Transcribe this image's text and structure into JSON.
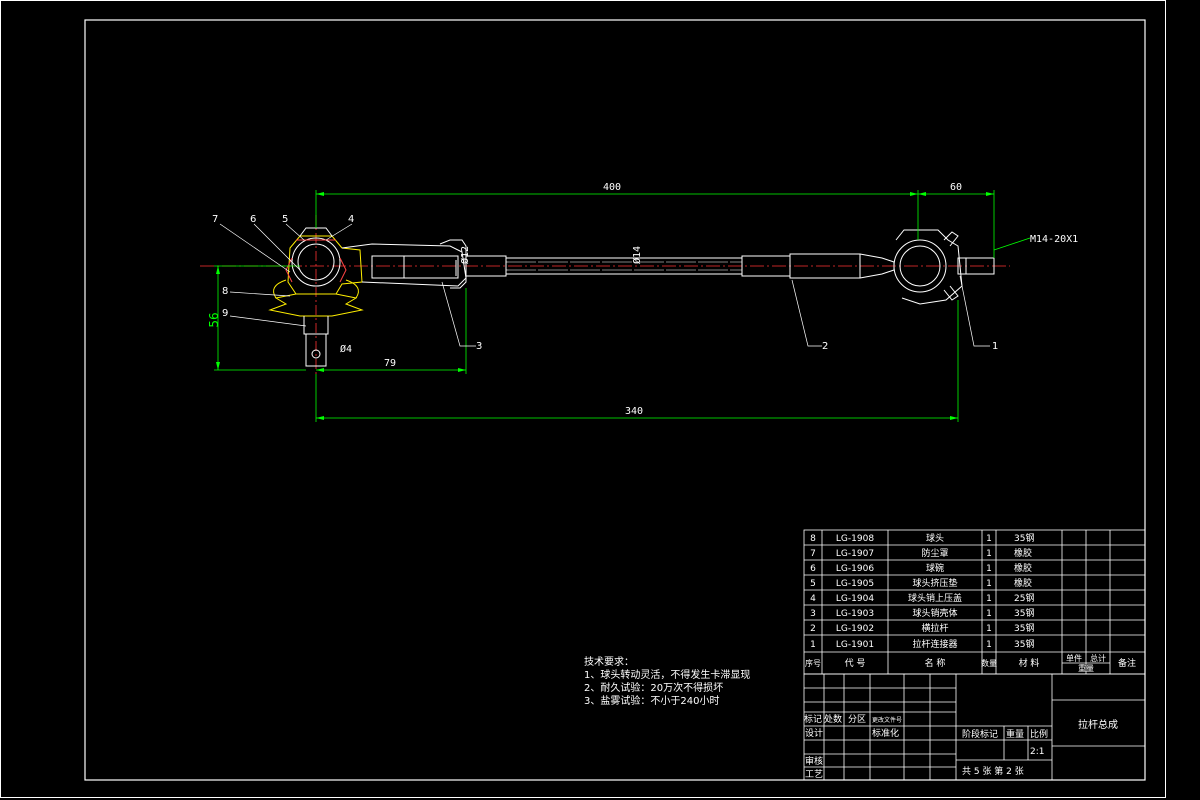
{
  "drawing": {
    "dimensions": {
      "total_length": "400",
      "thread_length": "60",
      "height": "56",
      "base_offset": "79",
      "center_distance": "340",
      "dia_12": "Ø12",
      "dia_14": "Ø14",
      "dia_4": "Ø4",
      "thread_spec": "M14-20X1"
    },
    "callouts": [
      "1",
      "2",
      "3",
      "4",
      "5",
      "6",
      "7",
      "8",
      "9"
    ]
  },
  "technical_requirements": {
    "title": "技术要求：",
    "lines": [
      "1、球头转动灵活，不得发生卡滞显现",
      "2、耐久试验：20万次不得损坏",
      "3、盐雾试验：不小于240小时"
    ]
  },
  "parts_list": {
    "rows": [
      {
        "no": "8",
        "code": "LG-1908",
        "name": "球头",
        "qty": "1",
        "material": "35钢"
      },
      {
        "no": "7",
        "code": "LG-1907",
        "name": "防尘罩",
        "qty": "1",
        "material": "橡胶"
      },
      {
        "no": "6",
        "code": "LG-1906",
        "name": "球碗",
        "qty": "1",
        "material": "橡胶"
      },
      {
        "no": "5",
        "code": "LG-1905",
        "name": "球头挤压垫",
        "qty": "1",
        "material": "橡胶"
      },
      {
        "no": "4",
        "code": "LG-1904",
        "name": "球头销上压盖",
        "qty": "1",
        "material": "25钢"
      },
      {
        "no": "3",
        "code": "LG-1903",
        "name": "球头销壳体",
        "qty": "1",
        "material": "35钢"
      },
      {
        "no": "2",
        "code": "LG-1902",
        "name": "横拉杆",
        "qty": "1",
        "material": "35钢"
      },
      {
        "no": "1",
        "code": "LG-1901",
        "name": "拉杆连接器",
        "qty": "1",
        "material": "35钢"
      }
    ],
    "header": {
      "no": "序号",
      "code": "代 号",
      "name": "名 称",
      "qty": "数量",
      "material": "材 料",
      "unit_weight": "单件",
      "total_weight": "总计",
      "weight": "重量",
      "remark": "备注"
    }
  },
  "title_block": {
    "mark_label": "标记",
    "count_label": "处数",
    "zone_label": "分区",
    "change_doc_label": "更改文件号",
    "design_label": "设计",
    "standard_label": "标准化",
    "review_label": "审核",
    "process_label": "工艺",
    "stage_label": "阶段标记",
    "weight_label": "重量",
    "scale_label": "比例",
    "scale_value": "2:1",
    "sheets": "共 5 张  第 2 张",
    "drawing_title": "拉杆总成"
  }
}
